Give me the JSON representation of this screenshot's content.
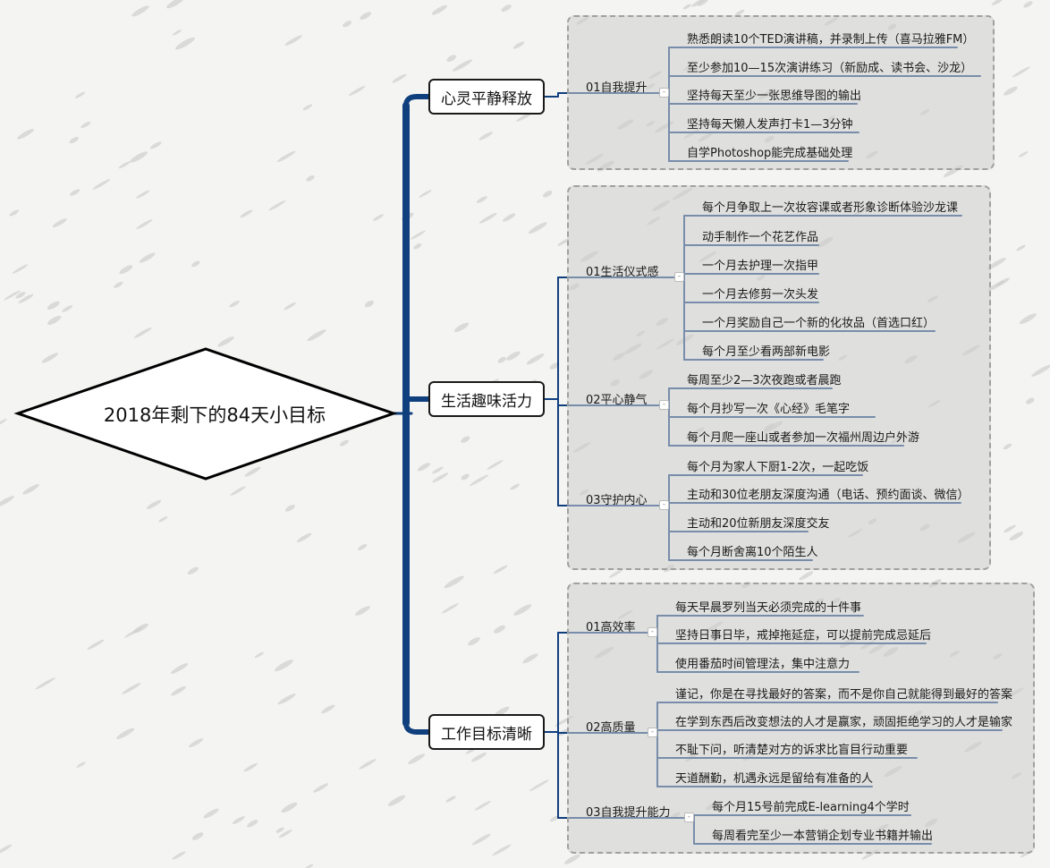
{
  "root": {
    "title": "2018年剩下的84天小目标"
  },
  "branches": [
    {
      "label": "心灵平静释放",
      "categories": [
        {
          "label": "01自我提升",
          "items": [
            "熟悉朗读10个TED演讲稿，并录制上传（喜马拉雅FM）",
            "至少参加10—15次演讲练习（新励成、读书会、沙龙）",
            "坚持每天至少一张思维导图的输出",
            "坚持每天懒人发声打卡1—3分钟",
            "自学Photoshop能完成基础处理"
          ]
        }
      ]
    },
    {
      "label": "生活趣味活力",
      "categories": [
        {
          "label": "01生活仪式感",
          "items": [
            "每个月争取上一次妆容课或者形象诊断体验沙龙课",
            "动手制作一个花艺作品",
            "一个月去护理一次指甲",
            "一个月去修剪一次头发",
            "一个月奖励自己一个新的化妆品（首选口红）",
            "每个月至少看两部新电影"
          ]
        },
        {
          "label": "02平心静气",
          "items": [
            "每周至少2—3次夜跑或者晨跑",
            "每个月抄写一次《心经》毛笔字",
            "每个月爬一座山或者参加一次福州周边户外游"
          ]
        },
        {
          "label": "03守护内心",
          "items": [
            "每个月为家人下厨1-2次，一起吃饭",
            "主动和30位老朋友深度沟通（电话、预约面谈、微信）",
            "主动和20位新朋友深度交友",
            "每个月断舍离10个陌生人"
          ]
        }
      ]
    },
    {
      "label": "工作目标清晰",
      "categories": [
        {
          "label": "01高效率",
          "items": [
            "每天早晨罗列当天必须完成的十件事",
            "坚持日事日毕，戒掉拖延症，可以提前完成忌延后",
            "使用番茄时间管理法，集中注意力"
          ]
        },
        {
          "label": "02高质量",
          "items": [
            "谨记，你是在寻找最好的答案，而不是你自己就能得到最好的答案",
            "在学到东西后改变想法的人才是赢家，顽固拒绝学习的人才是输家",
            "不耻下问，听清楚对方的诉求比盲目行动重要",
            "天道酬勤，机遇永远是留给有准备的人"
          ]
        },
        {
          "label": "03自我提升能力",
          "items": [
            "每个月15号前完成E-learning4个学时",
            "每周看完至少一本营销企划专业书籍并输出"
          ]
        }
      ]
    }
  ],
  "colors": {
    "line": "#103f7e",
    "box_border": "#a0a0a0",
    "text": "#1a1a1a"
  }
}
